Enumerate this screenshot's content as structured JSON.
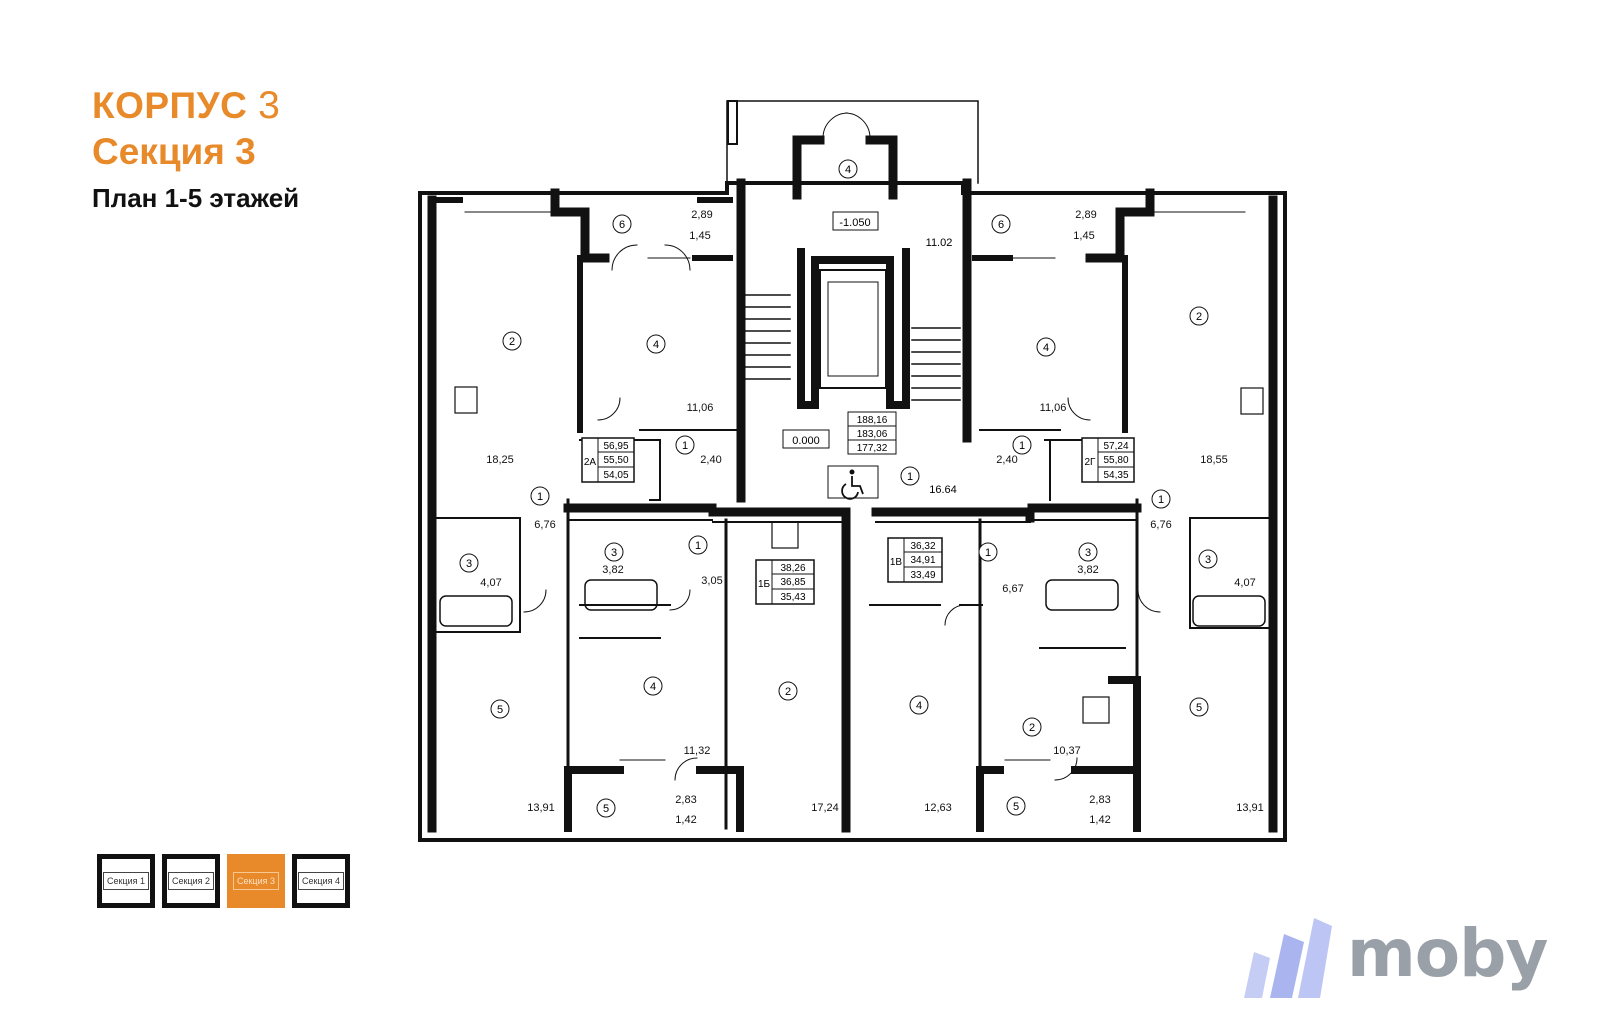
{
  "header": {
    "building_label": "КОРПУС",
    "building_number": "3",
    "section": "Секция 3",
    "plan": "План 1-5 этажей"
  },
  "legend": {
    "sections": [
      "Секция 1",
      "Секция 2",
      "Секция 3",
      "Секция 4"
    ],
    "active_index": 2
  },
  "brand": {
    "name": "moby",
    "colors": {
      "mark": "#b9c3f2",
      "text": "#9aa0a8"
    }
  },
  "accent_color": "#e8892a",
  "plan": {
    "elevation_top": "-1.050",
    "elevation_main": "0.000",
    "corridor_area": "16.64",
    "stair_area": "11.02",
    "room_numbers": [
      "1",
      "2",
      "3",
      "4",
      "5",
      "6"
    ],
    "labels": [
      {
        "id": "t1",
        "text": "2,89"
      },
      {
        "id": "t2",
        "text": "1,45"
      },
      {
        "id": "t3",
        "text": "2,89"
      },
      {
        "id": "t4",
        "text": "1,45"
      },
      {
        "id": "t5",
        "text": "11,06"
      },
      {
        "id": "t6",
        "text": "11,06"
      },
      {
        "id": "t7",
        "text": "18,25"
      },
      {
        "id": "t8",
        "text": "18,55"
      },
      {
        "id": "t9",
        "text": "6,76"
      },
      {
        "id": "t10",
        "text": "6,76"
      },
      {
        "id": "t11",
        "text": "4,07"
      },
      {
        "id": "t12",
        "text": "4,07"
      },
      {
        "id": "t13",
        "text": "2,40"
      },
      {
        "id": "t14",
        "text": "2,40"
      },
      {
        "id": "t15",
        "text": "3,82"
      },
      {
        "id": "t16",
        "text": "3,82"
      },
      {
        "id": "t17",
        "text": "3,05"
      },
      {
        "id": "t18",
        "text": "6,67"
      },
      {
        "id": "t19",
        "text": "11,32"
      },
      {
        "id": "t20",
        "text": "10,37"
      },
      {
        "id": "t21",
        "text": "2,83"
      },
      {
        "id": "t22",
        "text": "1,42"
      },
      {
        "id": "t23",
        "text": "2,83"
      },
      {
        "id": "t24",
        "text": "1,42"
      },
      {
        "id": "t25",
        "text": "13,91"
      },
      {
        "id": "t26",
        "text": "13,91"
      },
      {
        "id": "t27",
        "text": "17,24"
      },
      {
        "id": "t28",
        "text": "12,63"
      }
    ],
    "apartments": [
      {
        "code": "2А",
        "total": "56,95",
        "living": "55,50",
        "other": "54,05"
      },
      {
        "code": "2Г",
        "total": "57,24",
        "living": "55,80",
        "other": "54,35"
      },
      {
        "code": "1Б",
        "total": "38,26",
        "living": "36,85",
        "other": "35,43"
      },
      {
        "code": "1В",
        "total": "36,32",
        "living": "34,91",
        "other": "33,49"
      }
    ],
    "core_areas": [
      "188,16",
      "183,06",
      "177,32"
    ]
  }
}
